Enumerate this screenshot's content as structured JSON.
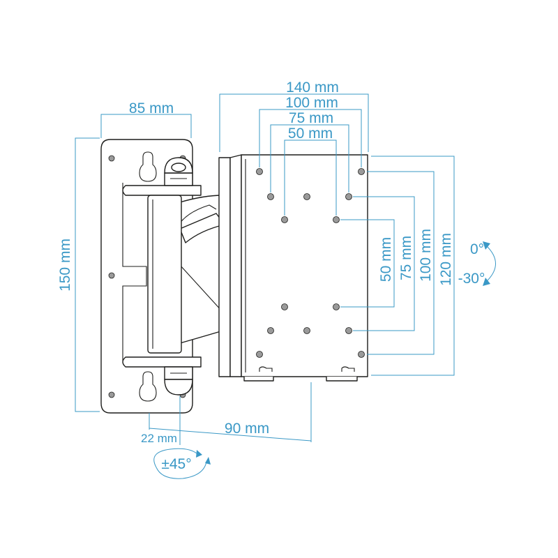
{
  "colors": {
    "dimension": "#3a98c6",
    "outline": "#1d1d1b",
    "hole": "#9a9a9a"
  },
  "dimensions": {
    "wall_plate_width": "85 mm",
    "wall_plate_height": "150 mm",
    "vesa_140": "140 mm",
    "vesa_100_h": "100 mm",
    "vesa_75_h": "75 mm",
    "vesa_50_h": "50 mm",
    "vesa_50_v": "50 mm",
    "vesa_75_v": "75 mm",
    "vesa_100_v": "100 mm",
    "vesa_120_v": "120 mm",
    "depth_90": "90 mm",
    "depth_22": "22 mm"
  },
  "angles": {
    "tilt_top": "0°",
    "tilt_bottom": "-30°",
    "swivel": "±45°"
  },
  "icons": [
    "tilt-arrow-icon",
    "swivel-arrow-icon"
  ]
}
